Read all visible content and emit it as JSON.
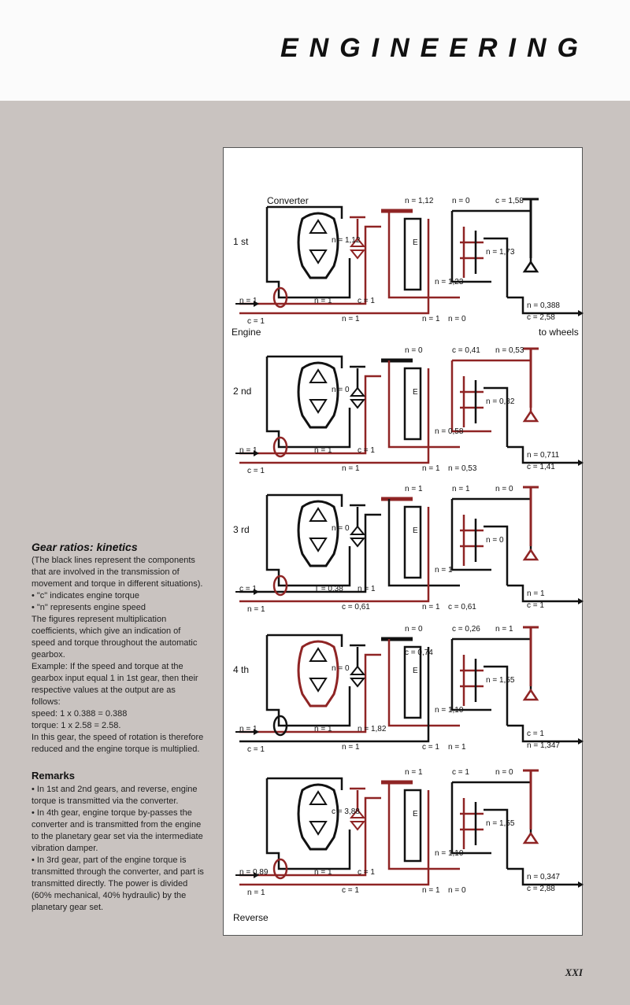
{
  "header": {
    "title": "ENGINEERING"
  },
  "sidebar": {
    "heading": "Gear ratios: kinetics",
    "lines": [
      "(The black lines represent the components that are involved in the transmission of movement and torque in different situations).",
      "• \"c\" indicates engine torque",
      "• \"n\" represents engine speed",
      "The figures represent multiplication coefficients, which give an indication of speed and torque throughout the automatic gearbox.",
      "Example: If the speed and torque at the gearbox input equal 1 in 1st gear, then their respective values at the output are as follows:",
      "speed: 1 x 0.388 = 0.388",
      "torque: 1 x 2.58 = 2.58.",
      "In this gear, the speed of rotation is therefore reduced and the engine torque is multiplied."
    ],
    "remarks_heading": "Remarks",
    "remarks": [
      "• In 1st and 2nd gears, and reverse, engine torque is transmitted via the converter.",
      "• In 4th gear, engine torque by-passes the converter and is transmitted from the engine to the planetary gear set via the intermediate vibration damper.",
      "• In 3rd gear, part of the engine torque is transmitted through the converter, and part is transmitted directly. The power is divided (60% mechanical, 40% hydraulic) by the planetary gear set."
    ]
  },
  "diagram": {
    "converter_label": "Converter",
    "engine_label": "Engine",
    "wheels_label": "to wheels",
    "element_label": "E",
    "gears": [
      {
        "name": "1 st",
        "labels": [
          "n = 1,12",
          "n = 0",
          "c = 1,58",
          "n = 1,12",
          "n = 1,73",
          "n = 1,23",
          "n = 1",
          "c = 1",
          "n = 1",
          "c = 1",
          "n = 1",
          "n = 1",
          "n = 0",
          "n = 0,388",
          "c = 2,58"
        ]
      },
      {
        "name": "2 nd",
        "labels": [
          "n = 0",
          "c = 0,41",
          "n = 0,53",
          "n = 0",
          "n = 0,82",
          "n = 0,58",
          "n = 1",
          "c = 1",
          "n = 1",
          "c = 1",
          "n = 1",
          "n = 1",
          "n = 0,53",
          "n = 0,711",
          "c = 1,41"
        ]
      },
      {
        "name": "3 rd",
        "labels": [
          "n = 1",
          "n = 1",
          "n = 0",
          "n = 0",
          "n = 0",
          "n = 1",
          "T = 0,38",
          "n = 1",
          "c = 1",
          "n = 1",
          "c = 0,61",
          "n = 1",
          "c = 0,61",
          "n = 1",
          "c = 1"
        ]
      },
      {
        "name": "4 th",
        "labels": [
          "n = 0",
          "c = 0,26",
          "n = 1",
          "n = 0",
          "n = 1,55",
          "n = 1,10",
          "n = 1",
          "n = 1,82",
          "n = 1",
          "c = 1",
          "n = 1",
          "c = 1",
          "n = 1",
          "c = 1",
          "n = 1,347",
          "c = 0,74"
        ]
      },
      {
        "name": "Reverse",
        "labels": [
          "n = 1",
          "c = 1",
          "n = 0",
          "c = 3,88",
          "n = 1,55",
          "n = 1,10",
          "n = 1",
          "c = 1",
          "n = 0,89",
          "n = 1",
          "c = 1",
          "n = 1",
          "n = 0",
          "n = 0,347",
          "c = 2,88"
        ]
      }
    ]
  },
  "page_number": "XXI",
  "colors": {
    "red": "#8f2424",
    "black": "#111111",
    "panel": "#c9c3c0"
  }
}
